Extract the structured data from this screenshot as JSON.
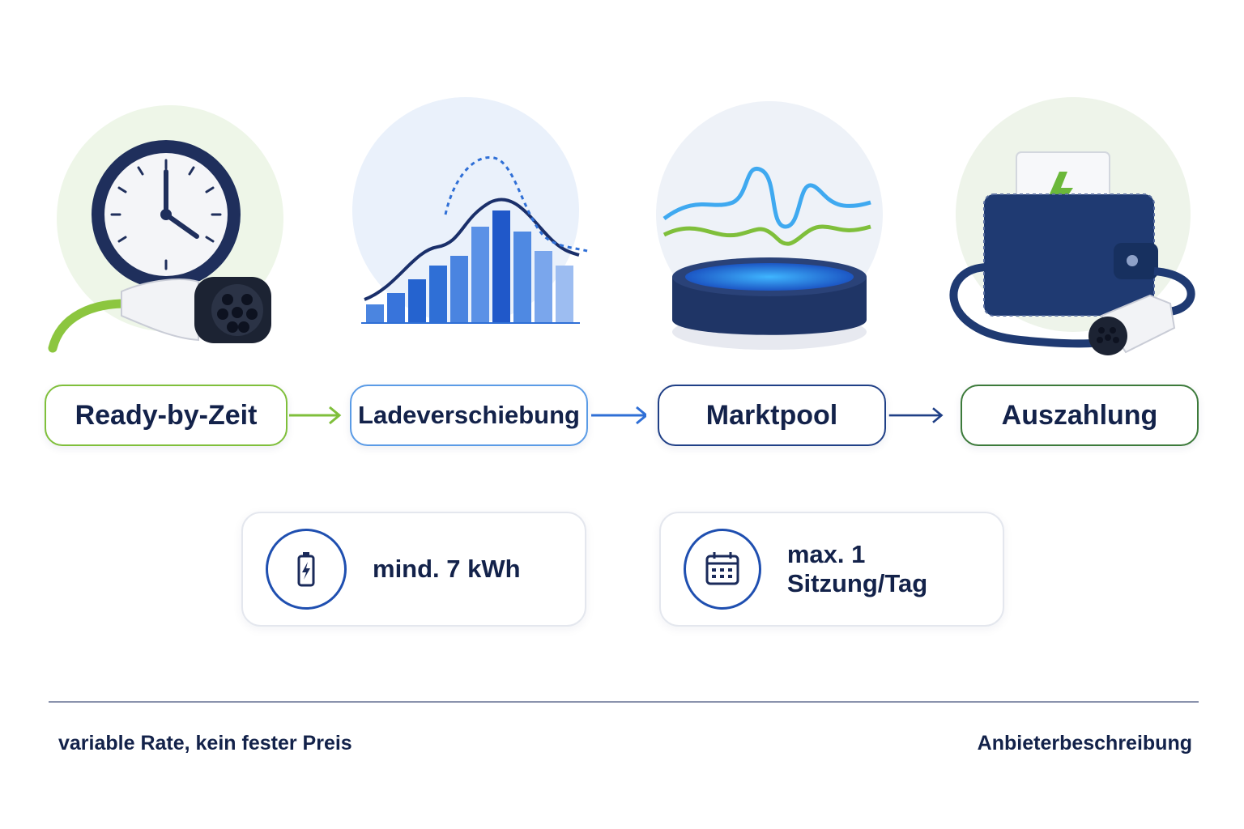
{
  "steps": [
    {
      "label": "Ready-by-Zeit",
      "icon": "clock-with-charging-plug-icon",
      "accent": "#7fbf3b"
    },
    {
      "label": "Ladeverschiebung",
      "icon": "bar-chart-icon",
      "accent": "#5a9be6"
    },
    {
      "label": "Marktpool",
      "icon": "energy-pool-icon",
      "accent": "#1f3f86"
    },
    {
      "label": "Auszahlung",
      "icon": "wallet-with-charging-plug-icon",
      "accent": "#3c7a3a"
    }
  ],
  "conditions": [
    {
      "text": "mind. 7 kWh",
      "icon": "battery-icon"
    },
    {
      "text": "max. 1 Sitzung/Tag",
      "icon": "calendar-icon"
    }
  ],
  "footer": {
    "left": "variable Rate, kein fester Preis",
    "right": "Anbieterbeschreibung"
  },
  "colors": {
    "navy": "#13224a",
    "green": "#7fbf3b",
    "blue": "#2f6fd6",
    "dark_blue": "#1f3f86"
  }
}
